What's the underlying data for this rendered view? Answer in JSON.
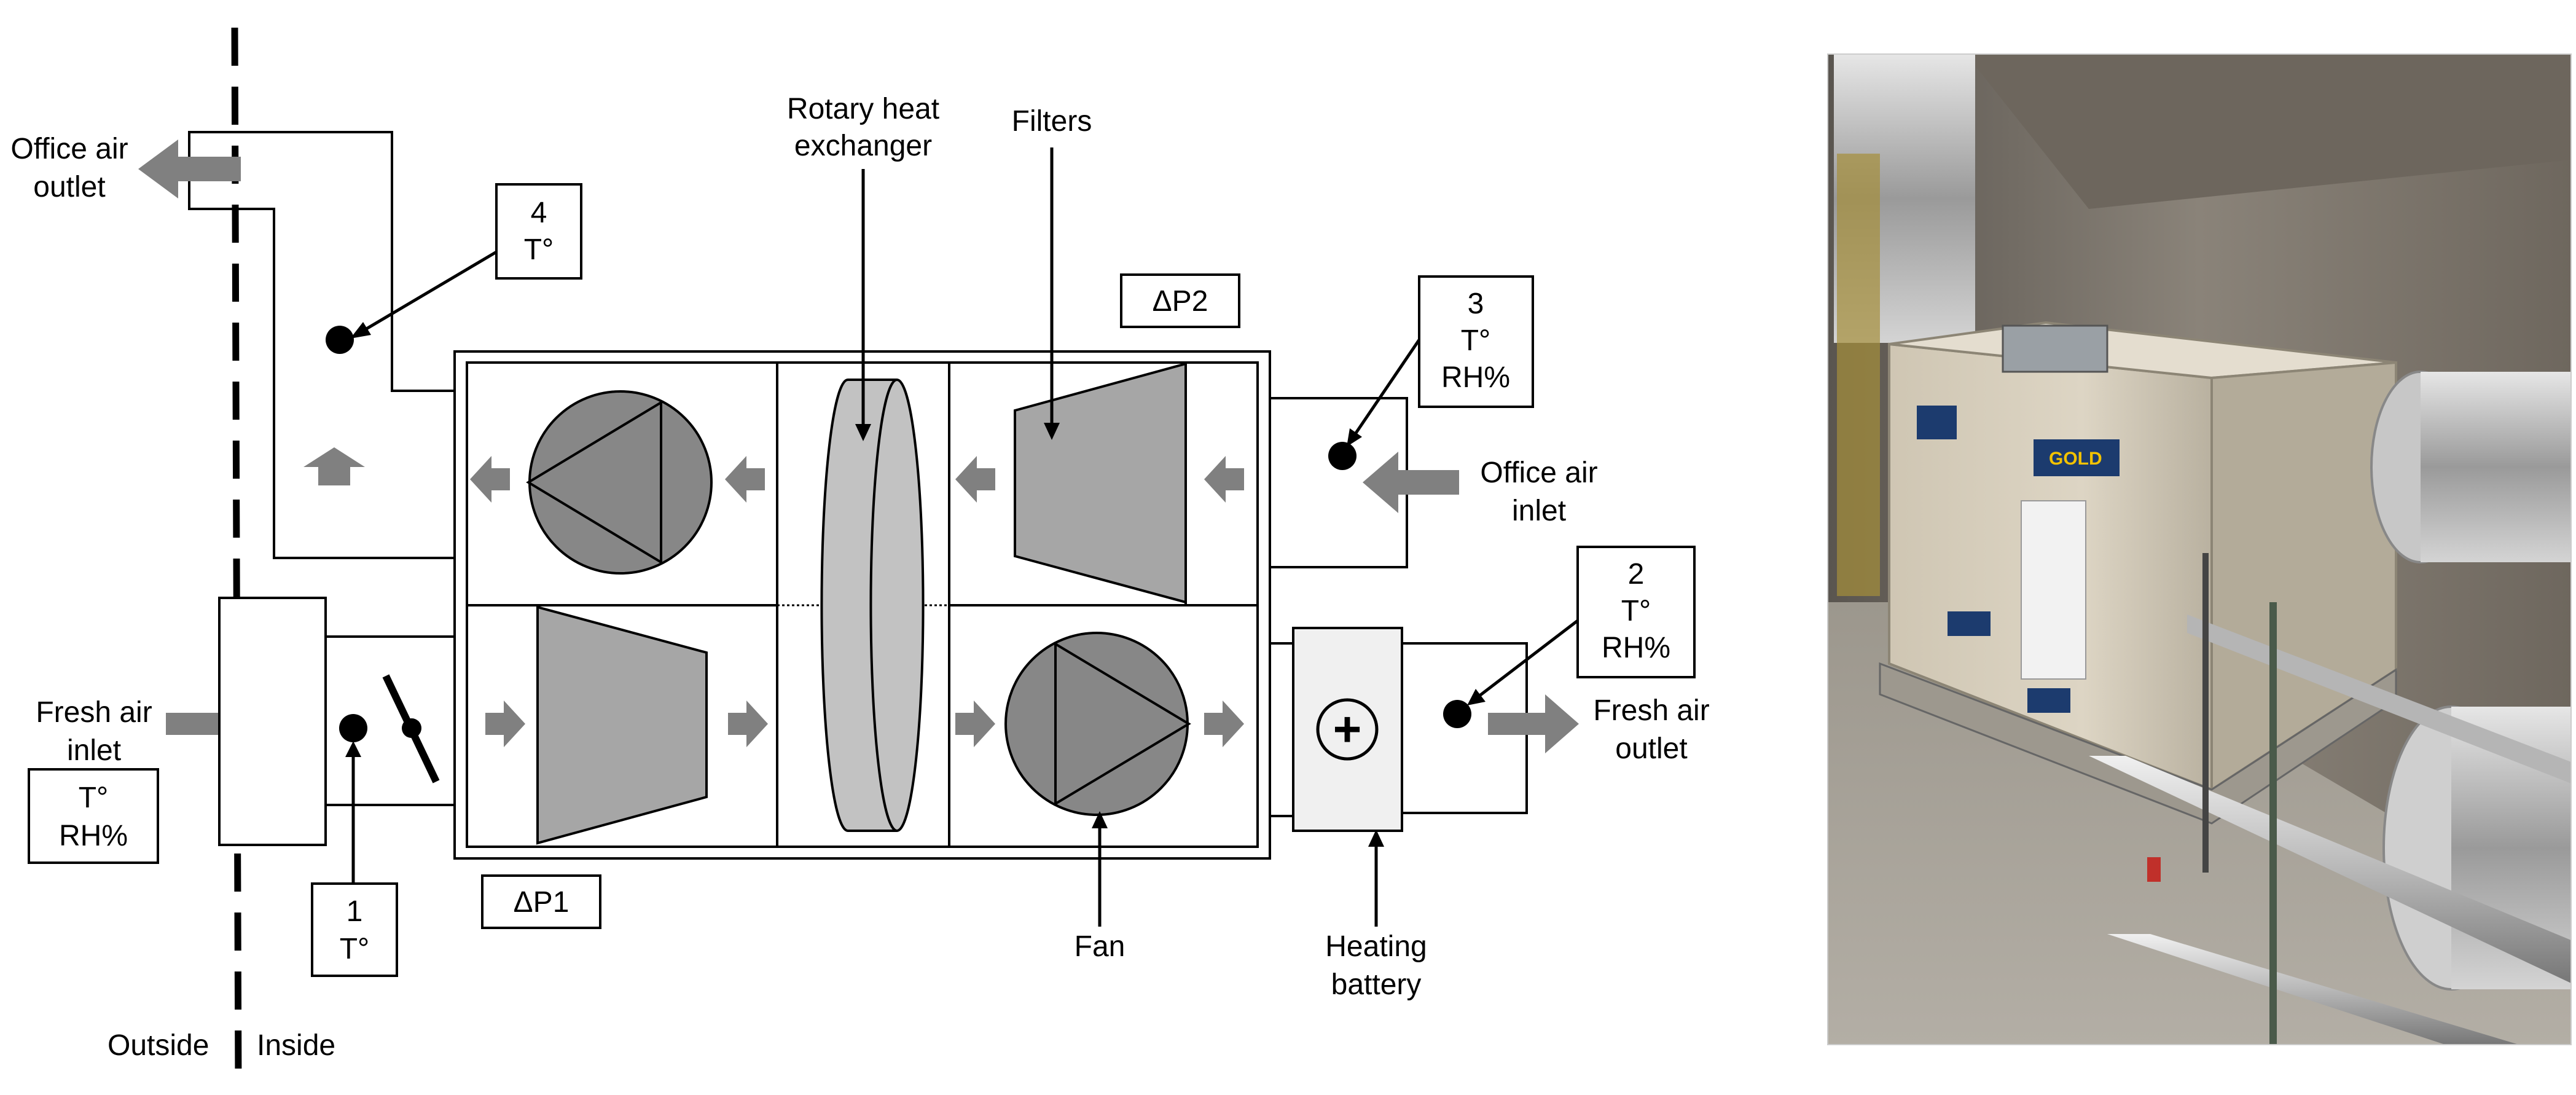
{
  "diagram": {
    "labels": {
      "office_air_outlet": [
        "Office air",
        "outlet"
      ],
      "fresh_air_inlet": [
        "Fresh air",
        "inlet"
      ],
      "fresh_air_outlet": [
        "Fresh air",
        "outlet"
      ],
      "office_air_inlet": [
        "Office air",
        "inlet"
      ],
      "rotary_heat_exchanger": [
        "Rotary heat",
        "exchanger"
      ],
      "filters": "Filters",
      "fan": "Fan",
      "heating_battery": [
        "Heating",
        "battery"
      ],
      "outside": "Outside",
      "inside": "Inside",
      "dp1": "ΔP1",
      "dp2": "ΔP2"
    },
    "sensors": [
      {
        "id": "sensor-inlet",
        "lines": [
          "T°",
          "RH%"
        ]
      },
      {
        "id": "sensor-1",
        "lines": [
          "1",
          "T°"
        ]
      },
      {
        "id": "sensor-2",
        "lines": [
          "2",
          "T°",
          "RH%"
        ]
      },
      {
        "id": "sensor-3",
        "lines": [
          "3",
          "T°",
          "RH%"
        ]
      },
      {
        "id": "sensor-4",
        "lines": [
          "4",
          "T°"
        ]
      }
    ],
    "heater_symbol": "+"
  },
  "photo": {
    "unit_brand": "GOLD",
    "description_visible": false
  },
  "colors": {
    "arrow_gray": "#808080",
    "fan_gray": "#878787",
    "filter_gray": "#a6a6a6",
    "exchanger_gray": "#c2c2c2",
    "heater_fill": "#f0f0f0",
    "stroke": "#000000"
  }
}
